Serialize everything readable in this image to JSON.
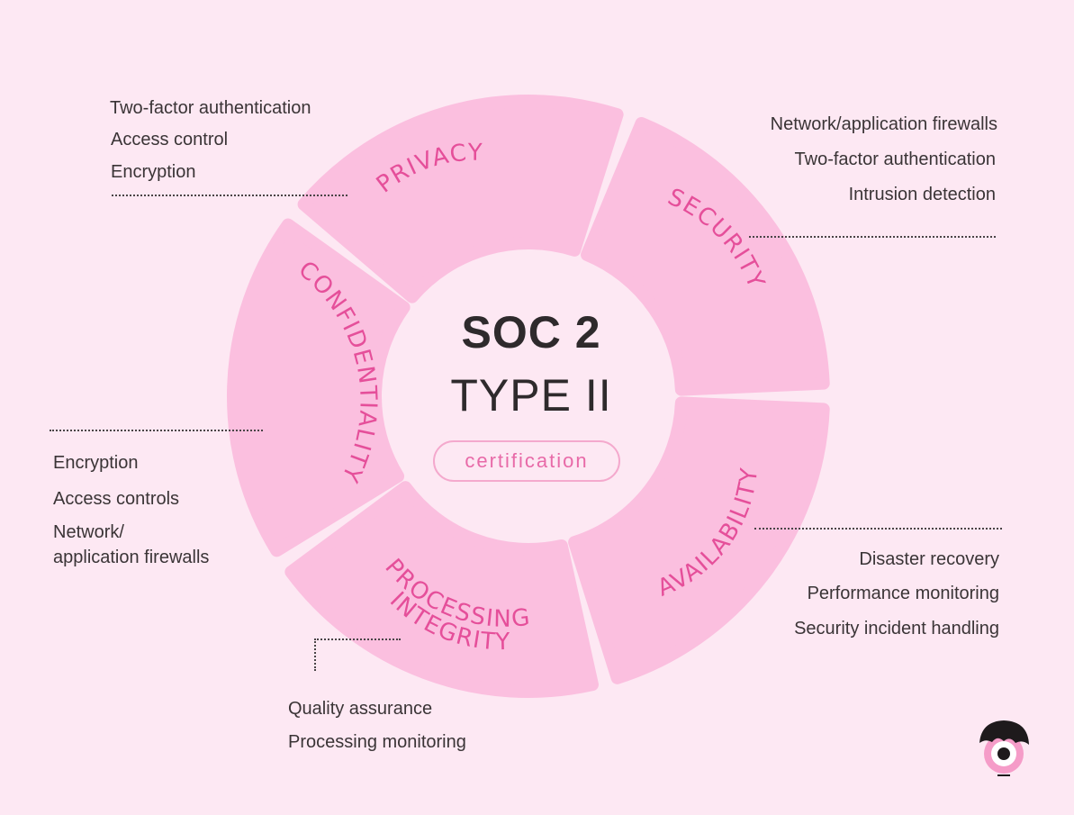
{
  "diagram": {
    "center": {
      "title": "SOC 2",
      "subtitle": "TYPE II",
      "badge": "certification"
    },
    "segments": [
      {
        "id": "privacy",
        "label": "PRIVACY",
        "features": [
          "Two-factor authentication",
          "Access control",
          "Encryption"
        ]
      },
      {
        "id": "security",
        "label": "SECURITY",
        "features": [
          "Network/application firewalls",
          "Two-factor authentication",
          "Intrusion detection"
        ]
      },
      {
        "id": "availability",
        "label": "AVAILABILITY",
        "features": [
          "Disaster recovery",
          "Performance monitoring",
          "Security incident handling"
        ]
      },
      {
        "id": "processing-integrity",
        "label_line1": "PROCESSING",
        "label_line2": "INTEGRITY",
        "features": [
          "Quality assurance",
          "Processing monitoring"
        ]
      },
      {
        "id": "confidentiality",
        "label": "CONFIDENTIALITY",
        "features": [
          "Encryption",
          "Access controls",
          "Network/",
          "application firewalls"
        ]
      }
    ]
  },
  "colors": {
    "background": "#fde8f3",
    "segment_fill": "#fbbfdf",
    "segment_text": "#e54f9a",
    "title_text": "#2e2a2c",
    "feature_text": "#3a3436"
  },
  "icons": {
    "mascot": "mascot-face-icon"
  }
}
